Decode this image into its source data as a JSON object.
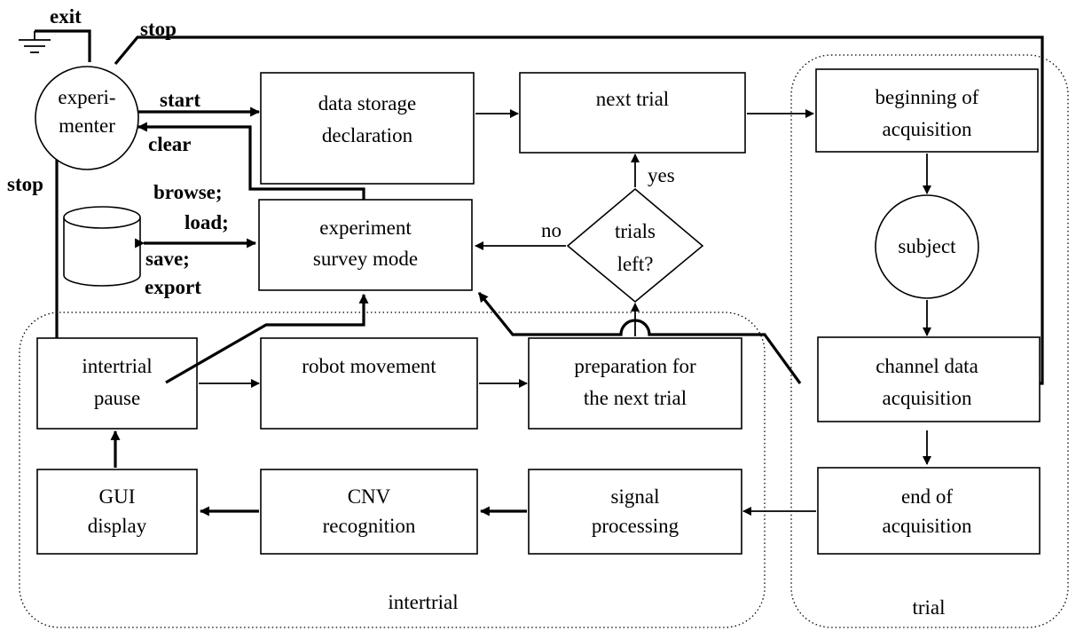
{
  "nodes": {
    "experimenter": [
      "experi-",
      "menter"
    ],
    "data_storage": [
      "data storage",
      "declaration"
    ],
    "next_trial": [
      "next trial"
    ],
    "beginning": [
      "beginning of",
      "acquisition"
    ],
    "subject": [
      "subject"
    ],
    "channel_data": [
      "channel data",
      "acquisition"
    ],
    "end_acq": [
      "end of",
      "acquisition"
    ],
    "signal": [
      "signal",
      "processing"
    ],
    "cnv": [
      "CNV",
      "recognition"
    ],
    "gui": [
      "GUI",
      "display"
    ],
    "intertrial_pause": [
      "intertrial",
      "pause"
    ],
    "robot": [
      "robot movement"
    ],
    "preparation": [
      "preparation for",
      "the next trial"
    ],
    "survey": [
      "experiment",
      "survey mode"
    ],
    "decision": [
      "trials",
      "left?"
    ]
  },
  "edges": {
    "exit": "exit",
    "stop_top": "stop",
    "stop_left": "stop",
    "start": "start",
    "clear": "clear",
    "browse": "browse;",
    "load": "load;",
    "save": "save;",
    "export": "export",
    "yes": "yes",
    "no": "no"
  },
  "regions": {
    "intertrial": "intertrial",
    "trial": "trial"
  }
}
